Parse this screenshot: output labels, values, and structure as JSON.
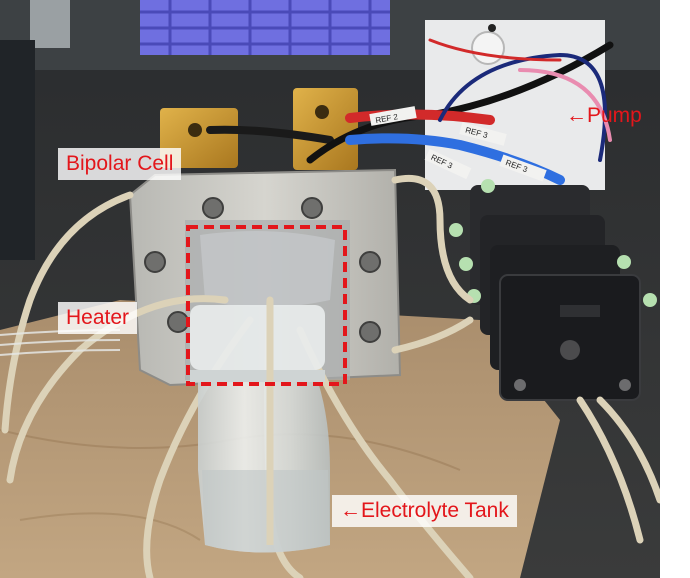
{
  "labels": {
    "bipolar_cell": "Bipolar Cell",
    "heater": "Heater",
    "pump": "←Pump",
    "electrolyte_tank": "←Electrolyte Tank"
  },
  "cable_tags": {
    "tag_1": "REF 2",
    "tag_2": "REF 3",
    "tag_3": "REF 3",
    "tag_4": "REF 3"
  },
  "colors": {
    "label_text": "#e3161b",
    "highlight_box": "#e3161b",
    "bench_paper": "#b59a78",
    "cell_plate": "#c9c8c2",
    "gold_terminal": "#c8962e",
    "pump_body": "#1e1f22",
    "tubing": "#dcd2b8"
  }
}
